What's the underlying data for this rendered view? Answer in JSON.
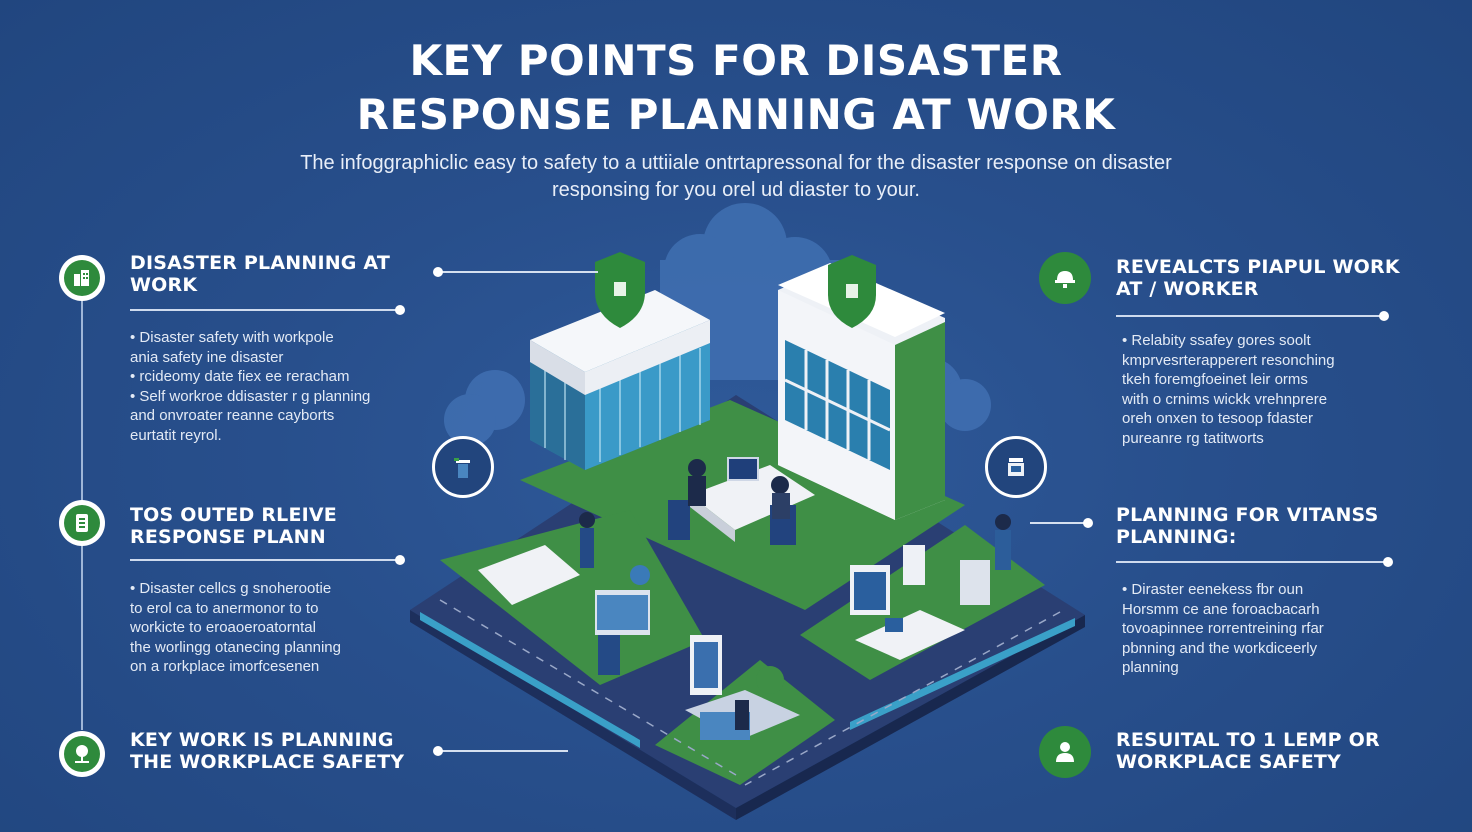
{
  "title": {
    "line1": "KEY POINTS FOR DISASTER",
    "line2": "RESPONSE PLANNING AT WORK"
  },
  "subtitle": {
    "line1": "The infoggraphiclic easy to safety to a uttiiale ontrtapressonal for the disaster response on disaster",
    "line2": "responsing for you orel ud diaster to your."
  },
  "left": [
    {
      "heading_line1": "DISASTER PLANNING AT",
      "heading_line2": "WORK",
      "icon": "building-icon",
      "bullets": [
        "• Disaster safety with workpole",
        "  ania safety ine disaster",
        "• rcideomy date fiex ee reracham",
        "• Self workroe ddisaster r g planning",
        "  and onvroater reanne cayborts",
        "  eurtatit reyrol."
      ]
    },
    {
      "heading_line1": "TOS OUTED RLEIVE",
      "heading_line2": "RESPONSE PLANN",
      "icon": "document-icon",
      "bullets": [
        "• Disaster cellcs g snoherootie",
        "  to erol ca to anermonor to to",
        "  workicte to eroaoeroatorntal",
        "  the worlingg otanecing planning",
        "  on a rorkplace imorfcesenen"
      ]
    },
    {
      "heading_line1": "KEY WORK IS PLANNING",
      "heading_line2": "THE WORKPLACE SAFETY",
      "icon": "tree-icon",
      "bullets": []
    }
  ],
  "right": [
    {
      "heading_line1": "REVEALCTS PIAPUL WORK",
      "heading_line2": "AT / WORKER",
      "icon": "hard-hat-icon",
      "bullets": [
        "• Relabity ssafey gores soolt",
        "  kmprvesrterapperert resonching",
        "  tkeh foremgfoeinet leir orms",
        "  with o crnims wickk vrehnprere",
        "  oreh onxen to tesoop fdaster",
        "  pureanre rg tatitworts"
      ]
    },
    {
      "heading_line1": "PLANNING FOR VITANSS",
      "heading_line2": "PLANNING:",
      "icon": "",
      "bullets": [
        "• Diraster eenekess fbr oun",
        "  Horsmm ce ane        foroacbacarh",
        "  tovoapinnee rorrentreining rfar",
        "  pbnning and the workdiceerly",
        "  planning"
      ]
    },
    {
      "heading_line1": "RESUITAL TO 1 LEMP OR",
      "heading_line2": "WORKPLACE SAFETY",
      "icon": "person-icon",
      "bullets": []
    }
  ],
  "colors": {
    "background": "#284f8c",
    "accent_green": "#2e8a3c",
    "text": "#ffffff"
  }
}
